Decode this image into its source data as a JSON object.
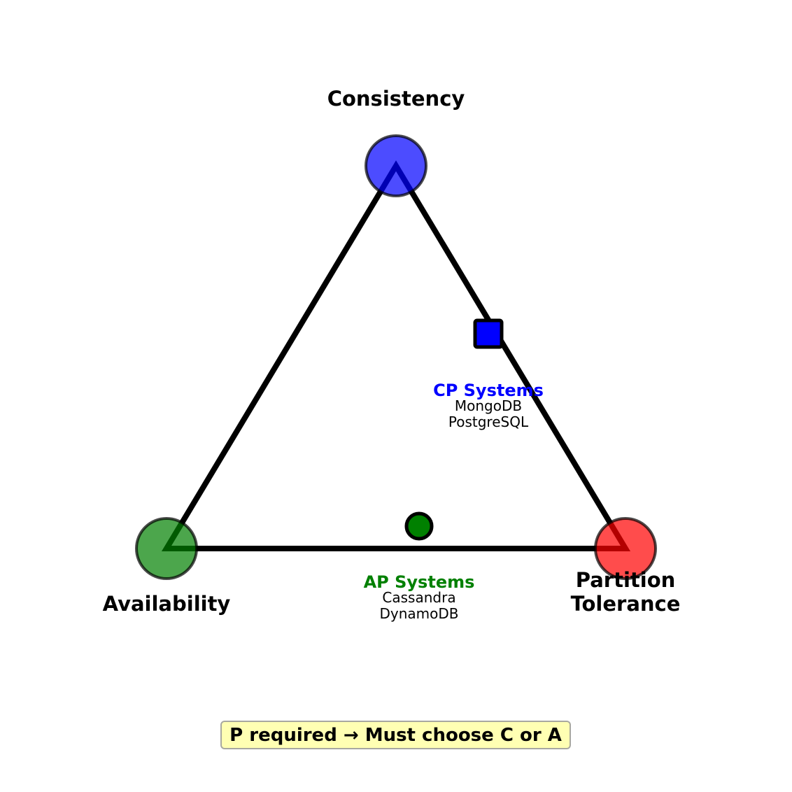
{
  "title": "CAP Theorem",
  "vertices": [
    {
      "id": "consistency",
      "label_lines": [
        "Consistency"
      ],
      "color": "#0000ff"
    },
    {
      "id": "availability",
      "label_lines": [
        "Availability"
      ],
      "color": "#008000"
    },
    {
      "id": "partition",
      "label_lines": [
        "Partition",
        "Tolerance"
      ],
      "color": "#ff0000"
    }
  ],
  "groups": [
    {
      "id": "cp",
      "title": "CP Systems",
      "color": "#0000ff",
      "marker": "square",
      "items": [
        "MongoDB",
        "PostgreSQL"
      ]
    },
    {
      "id": "ap",
      "title": "AP Systems",
      "color": "#008000",
      "marker": "circle",
      "items": [
        "Cassandra",
        "DynamoDB"
      ]
    }
  ],
  "note": "P required → Must choose C or A"
}
